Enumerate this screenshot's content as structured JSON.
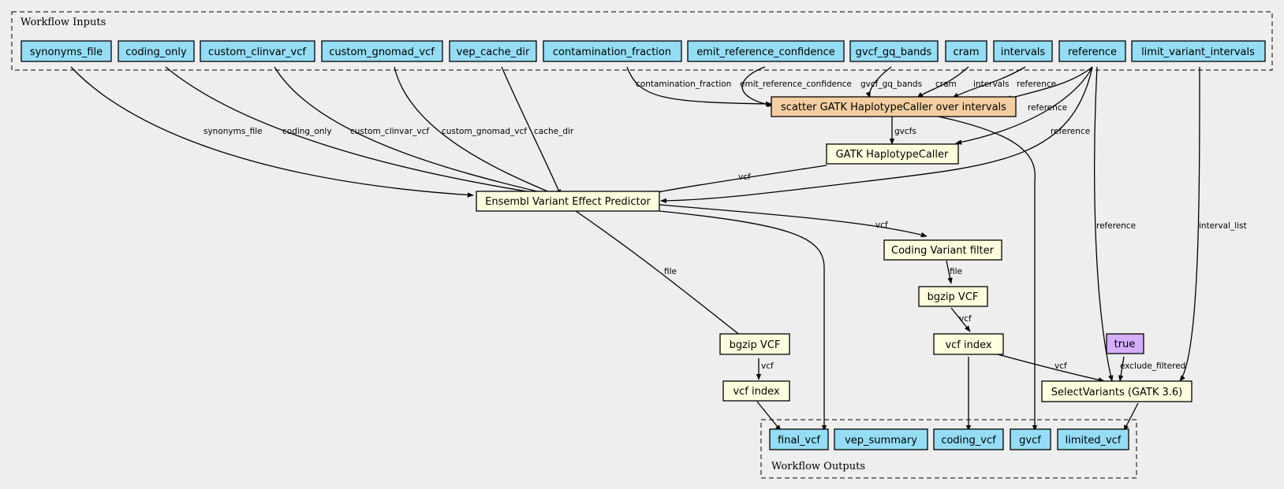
{
  "clusters": {
    "inputs": "Workflow Inputs",
    "outputs": "Workflow Outputs"
  },
  "colors": {
    "background": "#eeeeee",
    "input_output": "#94ddf4",
    "step": "#ffffdd",
    "scatter": "#f3cea1",
    "constant": "#d5aefc"
  },
  "nodes": {
    "synonyms_file": "synonyms_file",
    "coding_only": "coding_only",
    "custom_clinvar_vcf": "custom_clinvar_vcf",
    "custom_gnomad_vcf": "custom_gnomad_vcf",
    "vep_cache_dir": "vep_cache_dir",
    "contamination_fraction": "contamination_fraction",
    "emit_reference_confidence": "emit_reference_confidence",
    "gvcf_gq_bands": "gvcf_gq_bands",
    "cram": "cram",
    "intervals": "intervals",
    "reference": "reference",
    "limit_variant_intervals": "limit_variant_intervals",
    "scatter": "scatter GATK HaplotypeCaller over intervals",
    "haplotypecaller": "GATK HaplotypeCaller",
    "vep": "Ensembl Variant Effect Predictor",
    "coding_filter": "Coding Variant filter",
    "bgzip_coding": "bgzip VCF",
    "index_coding": "vcf index",
    "bgzip_final": "bgzip VCF",
    "index_final": "vcf index",
    "true": "true",
    "select_variants": "SelectVariants (GATK 3.6)",
    "final_vcf": "final_vcf",
    "vep_summary": "vep_summary",
    "coding_vcf": "coding_vcf",
    "gvcf": "gvcf",
    "limited_vcf": "limited_vcf"
  },
  "edges": {
    "synonyms_file": "synonyms_file",
    "coding_only": "coding_only",
    "custom_clinvar_vcf": "custom_clinvar_vcf",
    "custom_gnomad_vcf": "custom_gnomad_vcf",
    "cache_dir": "cache_dir",
    "contamination_fraction": "contamination_fraction",
    "emit_reference_confidence": "emit_reference_confidence",
    "gvcf_gq_bands": "gvcf_gq_bands",
    "cram": "cram",
    "intervals": "intervals",
    "reference_scatter": "reference",
    "reference_hc": "reference",
    "reference_vep": "reference",
    "reference_select": "reference",
    "interval_list": "interval_list",
    "gvcfs": "gvcfs",
    "vcf_hc_vep": "vcf",
    "vcf_vep_filter": "vcf",
    "file_filter_bgzip": "file",
    "vcf_bgzip_index": "vcf",
    "file_vep_bgzip": "file",
    "vcf_bgzip_index_final": "vcf",
    "vcf_index_select": "vcf",
    "exclude_filtered": "exclude_filtered"
  }
}
